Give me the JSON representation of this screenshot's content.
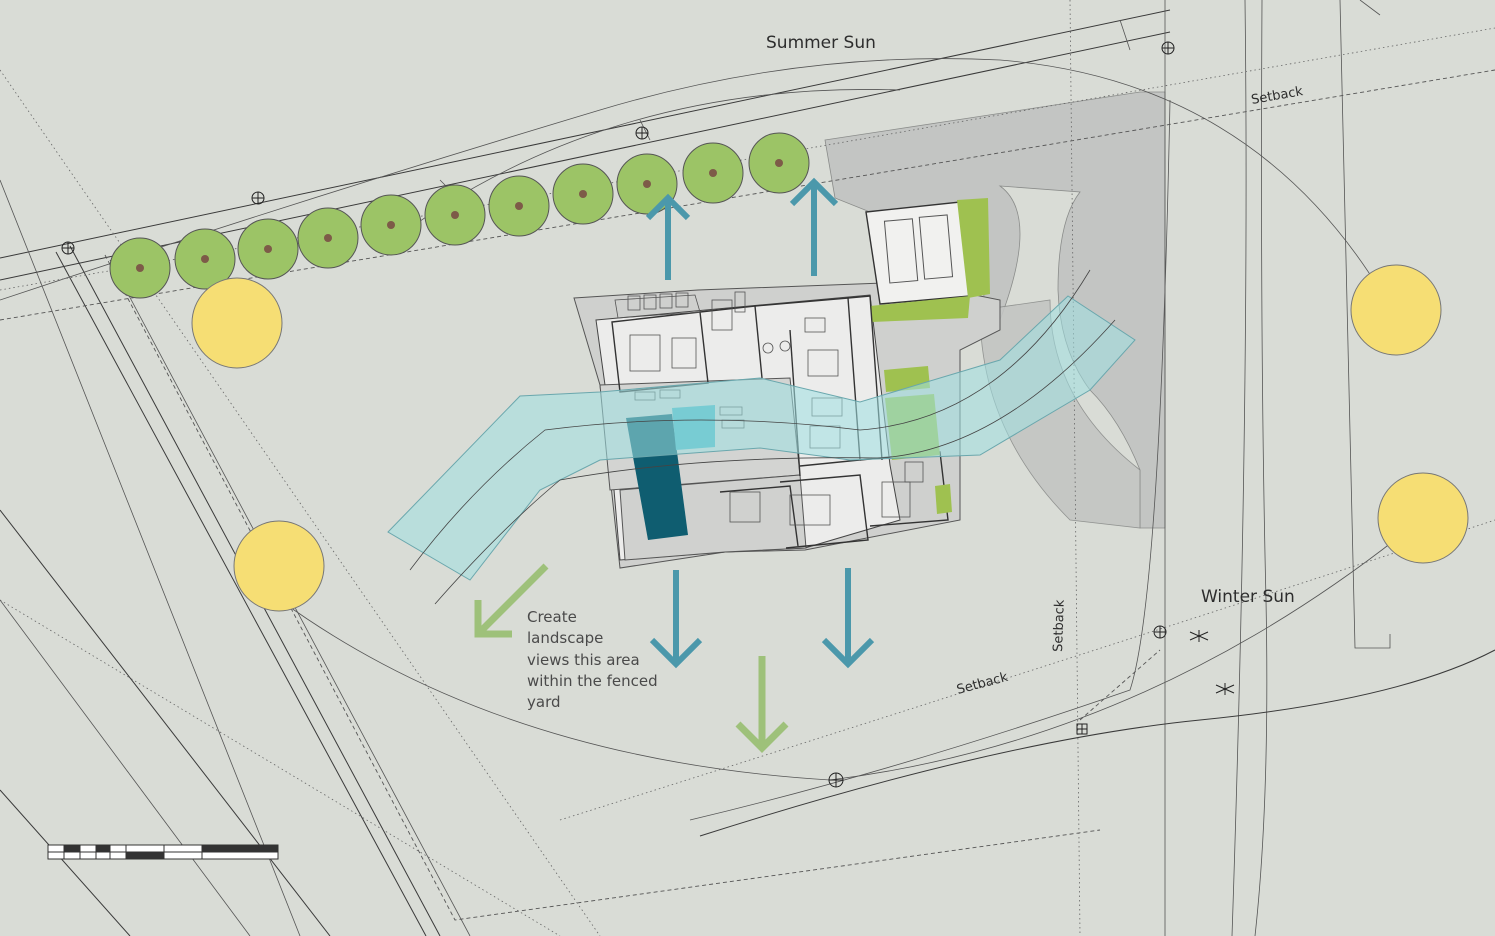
{
  "labels": {
    "summer_sun": "Summer Sun",
    "winter_sun": "Winter Sun",
    "setback_top": "Setback",
    "setback_vertical": "Setback",
    "setback_bottom": "Setback",
    "note_lines": [
      "Create",
      "landscape",
      "views this area",
      "within the fenced",
      "yard"
    ]
  },
  "colors": {
    "background": "#d9dcd6",
    "paving": "#c3c5c3",
    "house_pad": "#cfd0ce",
    "tree_fill": "#9cc466",
    "tree_dot": "#7d5b48",
    "sun": "#f6de74",
    "view_corridor": "#9fe0e2",
    "arrow_blue": "#4b98ab",
    "arrow_green": "#9ec17a",
    "lawn_green": "#9fc150",
    "pool": "#0f5d70",
    "pool_light": "#4ab3c1"
  },
  "icons": [
    "tree-icon",
    "sun-icon",
    "north-arrow-icon",
    "survey-marker-icon"
  ]
}
